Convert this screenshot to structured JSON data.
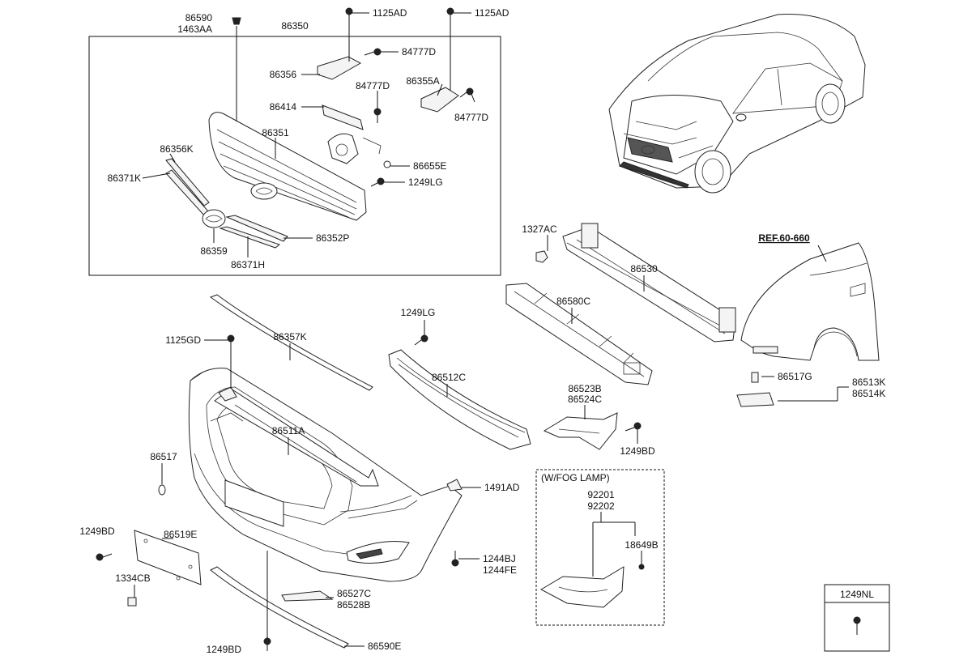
{
  "diagram": {
    "labels": {
      "p86590": "86590",
      "p1463AA": "1463AA",
      "p86350": "86350",
      "p1125AD_a": "1125AD",
      "p1125AD_b": "1125AD",
      "p84777D_a": "84777D",
      "p86356": "86356",
      "p84777D_b": "84777D",
      "p86355A": "86355A",
      "p86414": "86414",
      "p84777D_c": "84777D",
      "p86351": "86351",
      "p86356K": "86356K",
      "p86655E": "86655E",
      "p86371K": "86371K",
      "p1249LG_a": "1249LG",
      "p86352P": "86352P",
      "p86359": "86359",
      "p86371H": "86371H",
      "p1327AC": "1327AC",
      "p86530": "86530",
      "pREF": "REF.60-660",
      "p86580C": "86580C",
      "p1249LG_b": "1249LG",
      "p1125GD": "1125GD",
      "p86357K": "86357K",
      "p86517G": "86517G",
      "p86513K": "86513K",
      "p86514K": "86514K",
      "p86512C": "86512C",
      "p86523B": "86523B",
      "p86524C": "86524C",
      "p86511A": "86511A",
      "p1249BD_a": "1249BD",
      "p86517": "86517",
      "pWFOG": "(W/FOG LAMP)",
      "p92201": "92201",
      "p92202": "92202",
      "p1491AD": "1491AD",
      "p1249BD_b": "1249BD",
      "p86519E": "86519E",
      "p18649B": "18649B",
      "p1244BJ": "1244BJ",
      "p1244FE": "1244FE",
      "p1334CB": "1334CB",
      "p86527C": "86527C",
      "p86528B": "86528B",
      "p1249NL": "1249NL",
      "p1249BD_c": "1249BD",
      "p86590E": "86590E"
    }
  }
}
